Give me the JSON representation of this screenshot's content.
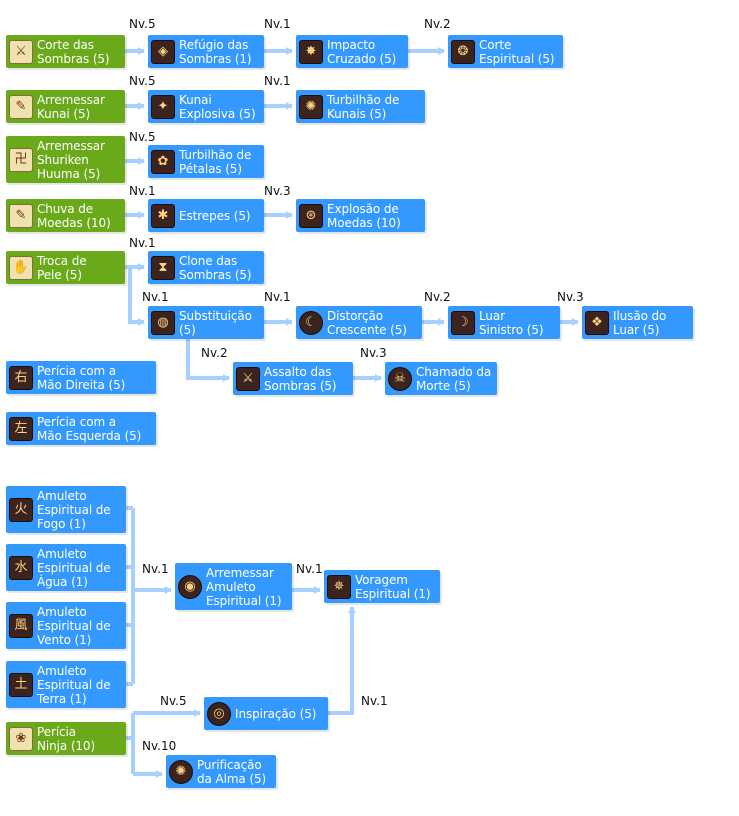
{
  "trees": [
    {
      "base": {
        "label": "Corte das\nSombras (5)",
        "icon": "skill-icon"
      },
      "chain": [
        {
          "level": "Nv.5",
          "label": "Refúgio das\nSombras (1)",
          "icon": "skill-icon"
        },
        {
          "level": "Nv.1",
          "label": "Impacto\nCruzado (5)",
          "icon": "skill-icon"
        },
        {
          "level": "Nv.2",
          "label": "Corte\nEspiritual (5)",
          "icon": "skill-icon"
        }
      ]
    },
    {
      "base": {
        "label": "Arremessar\nKunai (5)",
        "icon": "skill-icon"
      },
      "chain": [
        {
          "level": "Nv.5",
          "label": "Kunai\nExplosiva (5)",
          "icon": "skill-icon"
        },
        {
          "level": "Nv.1",
          "label": "Turbilhão de\nKunais (5)",
          "icon": "skill-icon"
        }
      ]
    },
    {
      "base": {
        "label": "Arremessar\nShuriken\nHuuma (5)",
        "icon": "skill-icon"
      },
      "chain": [
        {
          "level": "Nv.5",
          "label": "Turbilhão de\nPétalas (5)",
          "icon": "skill-icon"
        }
      ]
    },
    {
      "base": {
        "label": "Chuva de\nMoedas (10)",
        "icon": "skill-icon"
      },
      "chain": [
        {
          "level": "Nv.1",
          "label": "Estrepes (5)",
          "icon": "skill-icon"
        },
        {
          "level": "Nv.3",
          "label": "Explosão de\nMoedas (10)",
          "icon": "skill-icon"
        }
      ]
    },
    {
      "base": {
        "label": "Troca de\nPele (5)",
        "icon": "skill-icon"
      },
      "chain": [
        {
          "level": "Nv.1",
          "label": "Clone das\nSombras (5)",
          "icon": "skill-icon"
        }
      ],
      "branch": [
        {
          "level": "Nv.1",
          "label": "Substituição\n(5)",
          "icon": "skill-icon"
        },
        {
          "level": "Nv.1",
          "label": "Distorção\nCrescente (5)",
          "icon": "skill-icon"
        },
        {
          "level": "Nv.2",
          "label": "Luar\nSinistro (5)",
          "icon": "skill-icon"
        },
        {
          "level": "Nv.3",
          "label": "Ilusão do\nLuar (5)",
          "icon": "skill-icon"
        }
      ],
      "sub_branch": [
        {
          "level": "Nv.2",
          "label": "Assalto das\nSombras (5)",
          "icon": "skill-icon"
        },
        {
          "level": "Nv.3",
          "label": "Chamado da\nMorte (5)",
          "icon": "skill-icon"
        }
      ]
    }
  ],
  "standalone": [
    {
      "label": "Perícia com a\nMão Direita (5)",
      "icon": "right-hand-icon",
      "glyph": "右"
    },
    {
      "label": "Perícia com a\nMão Esquerda (5)",
      "icon": "left-hand-icon",
      "glyph": "左"
    }
  ],
  "amulets": [
    {
      "label": "Amuleto\nEspiritual de\nFogo (1)",
      "icon": "fire-amulet-icon",
      "glyph": "火"
    },
    {
      "label": "Amuleto\nEspiritual de\nÁgua (1)",
      "icon": "water-amulet-icon",
      "glyph": "水"
    },
    {
      "label": "Amuleto\nEspiritual de\nVento (1)",
      "icon": "wind-amulet-icon",
      "glyph": "風"
    },
    {
      "label": "Amuleto\nEspiritual de\nTerra (1)",
      "icon": "earth-amulet-icon",
      "glyph": "土"
    }
  ],
  "amulet_chain": [
    {
      "level": "Nv.1",
      "label": "Arremessar\nAmuleto\nEspiritual (1)",
      "icon": "skill-icon"
    },
    {
      "level": "Nv.1",
      "label": "Voragem\nEspiritual (1)",
      "icon": "skill-icon"
    }
  ],
  "ninja": {
    "base": {
      "label": "Perícia\nNinja (10)",
      "icon": "skill-icon"
    },
    "inspiration": {
      "level": "Nv.5",
      "label": "Inspiração (5)",
      "icon": "skill-icon"
    },
    "to_voragem_level": "Nv.1",
    "purification": {
      "level": "Nv.10",
      "label": "Purificação\nda Alma (5)",
      "icon": "skill-icon"
    }
  },
  "colors": {
    "base_node": "#6aaa1a",
    "advanced_node": "#3399ff",
    "connector": "#a8d0ff",
    "text": "#ffffff"
  }
}
